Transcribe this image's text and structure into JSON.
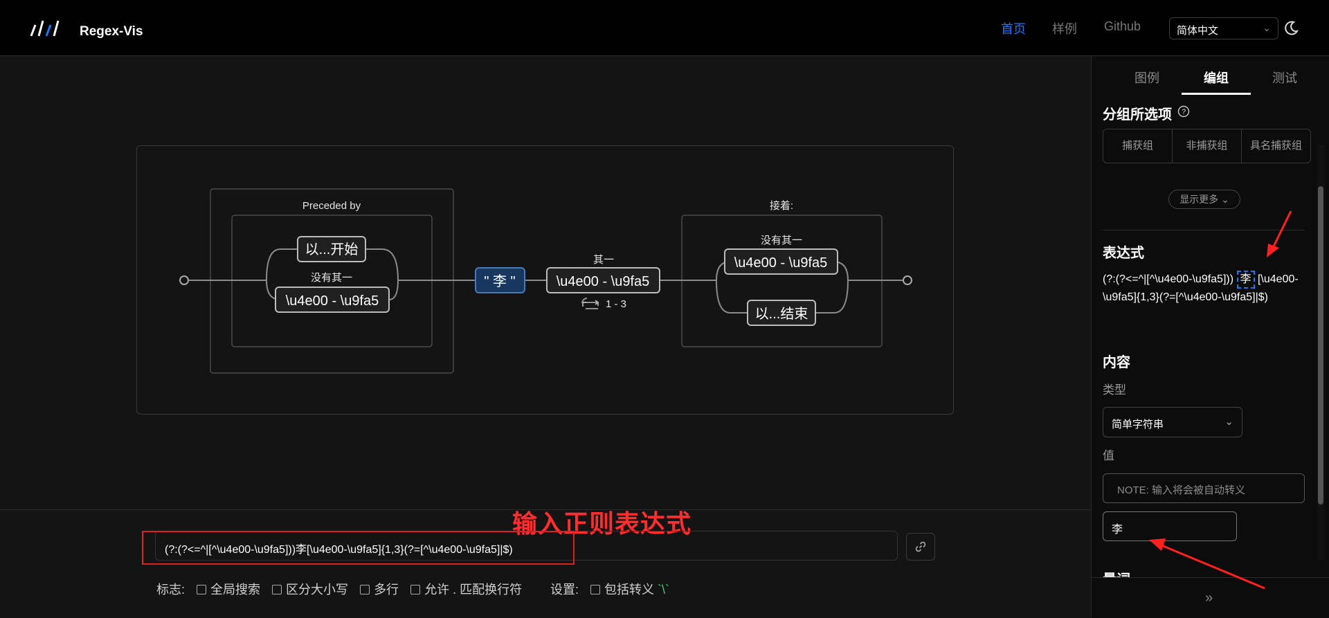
{
  "header": {
    "app_title": "Regex-Vis",
    "nav": [
      "首页",
      "样例",
      "Github"
    ],
    "lang_value": "简体中文",
    "accent_color": "#1677ff"
  },
  "diagram": {
    "preceded_by": "Preceded by",
    "none_of_1": "没有其一",
    "starts_with": "以...开始",
    "range": "\\u4e00 - \\u9fa5",
    "literal": "\" 李 \"",
    "one_of": "其一",
    "repeat": "1 - 3",
    "followed_by": "接着:",
    "none_of_2": "没有其一",
    "ends_with": "以...结束"
  },
  "regex_input": "(?:(?<=^|[^\\u4e00-\\u9fa5]))李[\\u4e00-\\u9fa5]{1,3}(?=[^\\u4e00-\\u9fa5]|$)",
  "annotation": "输入正则表达式",
  "flags": {
    "label": "标志:",
    "items": [
      "全局搜索",
      "区分大小写",
      "多行",
      "允许 . 匹配换行符"
    ],
    "settings_label": "设置:",
    "setting_item": "包括转义",
    "setting_code": "`\\`"
  },
  "panel": {
    "tabs": [
      "图例",
      "编组",
      "测试"
    ],
    "group_title": "分组所选项",
    "group_options": [
      "捕获组",
      "非捕获组",
      "具名捕获组"
    ],
    "show_more": "显示更多",
    "expr_title": "表达式",
    "expr_prefix": "(?:(?<=^|[^\\u4e00-\\u9fa5]))",
    "expr_char": "李",
    "expr_suffix": "[\\u4e00-\\u9fa5]{1,3}(?=[^\\u4e00-\\u9fa5]|$)",
    "content_title": "内容",
    "type_label": "类型",
    "type_value": "简单字符串",
    "value_label": "值",
    "note_placeholder": "NOTE: 输入将会被自动转义",
    "value": "李",
    "next_title": "量词"
  }
}
